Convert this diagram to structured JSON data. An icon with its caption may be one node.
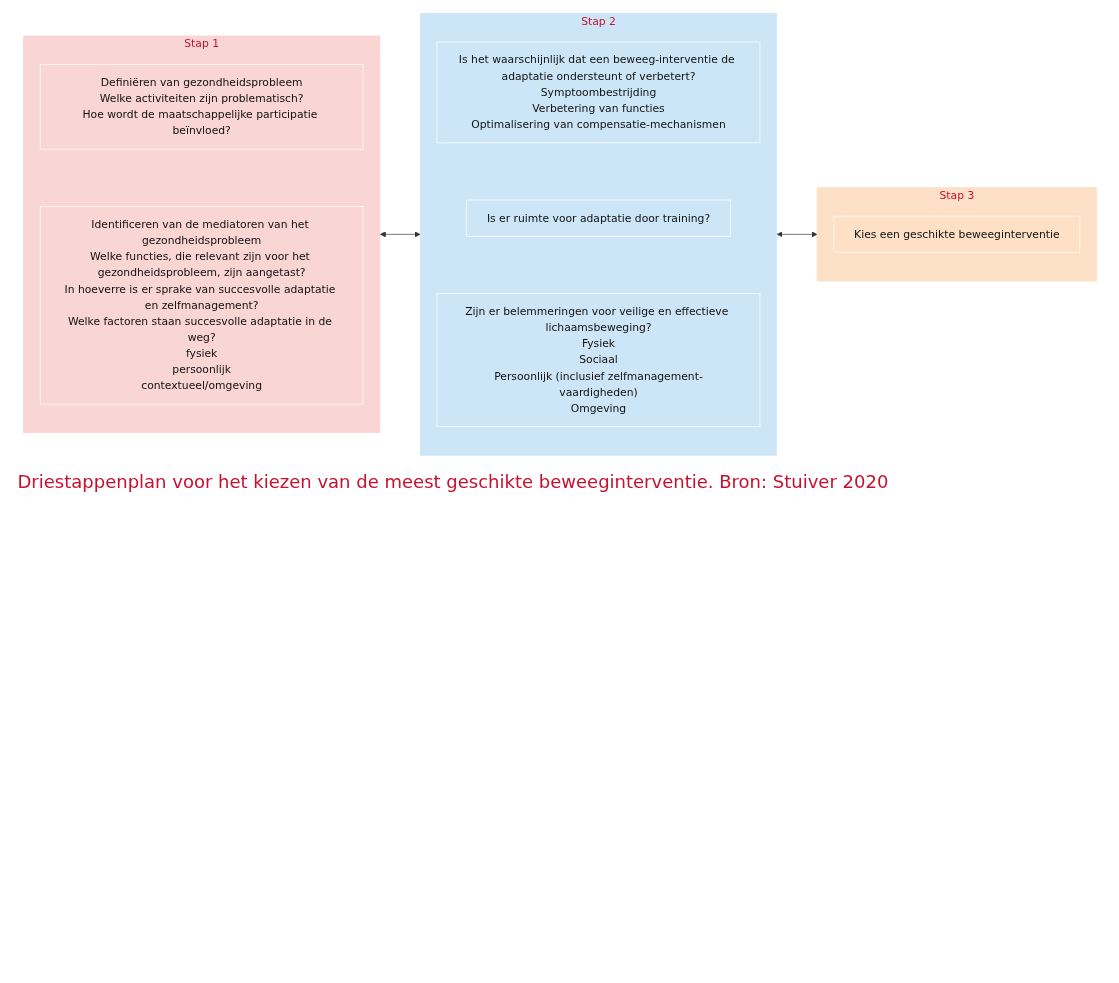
{
  "diagram": {
    "caption": "Driestappenplan voor het kiezen van de meest geschikte beweeginterventie. Bron: Stuiver 2020",
    "nodes": [
      {
        "text": [
          "Stap 1"
        ]
      },
      {
        "text": [
          "Definiëren van gezondheidsprobleem",
          "Welke activiteiten zijn problematisch?",
          "Hoe wordt de maatschappelijke participatie beïnvloed?"
        ],
        "in": 0
      },
      {
        "text": [
          "Identificeren van de mediatoren van het gezondheidsprobleem",
          "Welke functies, die relevant zijn voor het gezondheidsprobleem, zijn aangetast?",
          "In hoeverre is er sprake van succesvolle adaptatie en zelfmanagement?",
          "Welke factoren staan succesvolle adaptatie in de weg?",
          "fysiek",
          "persoonlijk",
          "contextueel/omgeving"
        ],
        "in": 0
      },
      {
        "text": [
          "Stap 2"
        ]
      },
      {
        "text": [
          "Is het waarschijnlijk dat een beweeg-interventie de adaptatie ondersteunt of verbetert?",
          "Symptoombestrijding",
          "Verbetering van functies",
          "Optimalisering van compensatie-mechanismen"
        ],
        "in": 3
      },
      {
        "text": [
          "Is er ruimte voor adaptatie door training?"
        ],
        "in": 3
      },
      {
        "text": [
          "Zijn er belemmeringen voor veilige en effectieve lichaamsbeweging?",
          "Fysiek",
          "Sociaal",
          "Persoonlijk (inclusief zelfmanagement-vaardigheden)",
          "Omgeving"
        ],
        "in": 3
      },
      {
        "text": [
          "Stap 3"
        ]
      },
      {
        "text": [
          "Kies een geschikte beweeginterventie"
        ],
        "in": 7
      }
    ],
    "edges": [
      {
        "from": 0,
        "to": 3,
        "arrow": "both"
      },
      {
        "from": 3,
        "to": 7,
        "arrow": "both"
      }
    ]
  }
}
